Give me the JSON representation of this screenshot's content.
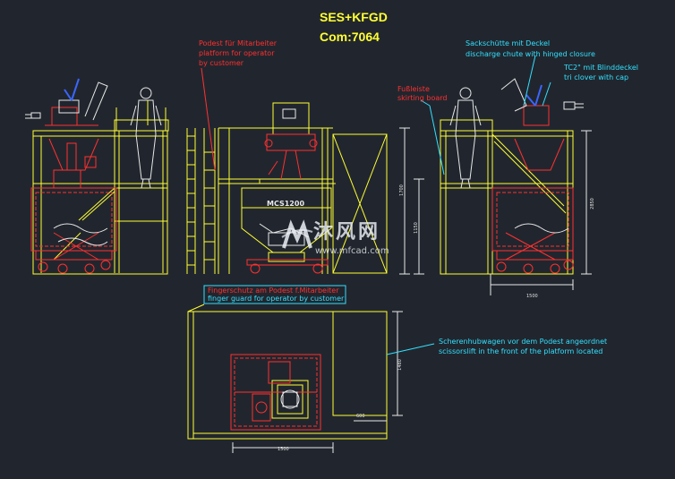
{
  "title": {
    "line1": "SES+KFGD",
    "line2": "Com:7064"
  },
  "annotations": {
    "platform_de": "Podest für Mitarbeiter",
    "platform_en1": "platform for operator",
    "platform_en2": "by customer",
    "skirting_de": "Fußleiste",
    "skirting_en": "skirting board",
    "chute_de": "Sackschütte mit Deckel",
    "chute_en": "discharge chute with hinged closure",
    "tc_de": "TC2\" mit Blinddeckel",
    "tc_en": "tri clover with cap",
    "finger_de": "Fingerschutz am Podest f.Mitarbeiter",
    "finger_en": "finger guard for operator by customer",
    "scissor_de": "Scherenhubwagen vor dem Podest angeordnet",
    "scissor_en": "scissorslift in the front of the platform located"
  },
  "vessel_label": "MCS1200",
  "dimensions": {
    "d_top_vert": "1700",
    "d_mid_vert": "1150",
    "d_right_vert": "2850",
    "d_right_base": "1500",
    "d_plan_vert": "1480",
    "d_plan_base": "1500",
    "d_plan_small": "600"
  },
  "watermark": {
    "cn": "沐风网",
    "url": "www.mfcad.com"
  },
  "colors": {
    "background": "#21262e",
    "yellow": "#ffff33",
    "red": "#ff3030",
    "cyan": "#33e0ff",
    "white": "#e8e8e8",
    "blue": "#3a66ff"
  }
}
